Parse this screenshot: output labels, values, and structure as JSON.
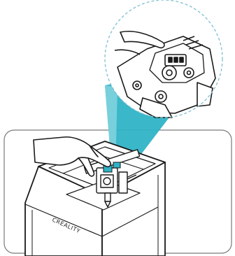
{
  "brand": {
    "printed_text": "CREALITY"
  },
  "colors": {
    "callout_teal": "#2fb3c6",
    "callout_teal_light": "#7fd3de",
    "line": "#1a1a1a",
    "fill": "#ffffff",
    "dashed_circle": "#7fbfd0"
  },
  "illustration": {
    "zoom_detail": "magnified-nozzle-assembly",
    "main_subject": "3d-printer-enclosure-with-hand"
  }
}
